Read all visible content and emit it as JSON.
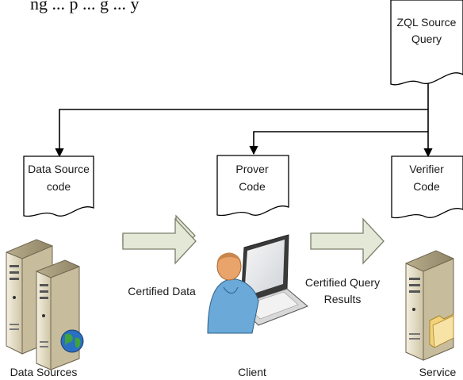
{
  "top_text": "ng ... p ... g ... y",
  "documents": {
    "zql": [
      "ZQL Source",
      "Query"
    ],
    "data_source": [
      "Data Source",
      "code"
    ],
    "prover": [
      "Prover",
      "Code"
    ],
    "verifier": [
      "Verifier",
      "Code"
    ]
  },
  "arrows": {
    "certified_data": [
      "Certified Data"
    ],
    "certified_query_results": [
      "Certified Query",
      "Results"
    ]
  },
  "entities": {
    "data_sources": "Data Sources",
    "client": "Client",
    "service": "Service"
  },
  "colors": {
    "arrow_fill": "#e4e8d6",
    "arrow_stroke": "#7a7f6a",
    "server_body": "#e3dcc4",
    "server_shadow": "#b9ae8e",
    "person_skin": "#e9a46b",
    "person_shirt": "#6aa9d8",
    "globe": "#2a6fc1"
  }
}
